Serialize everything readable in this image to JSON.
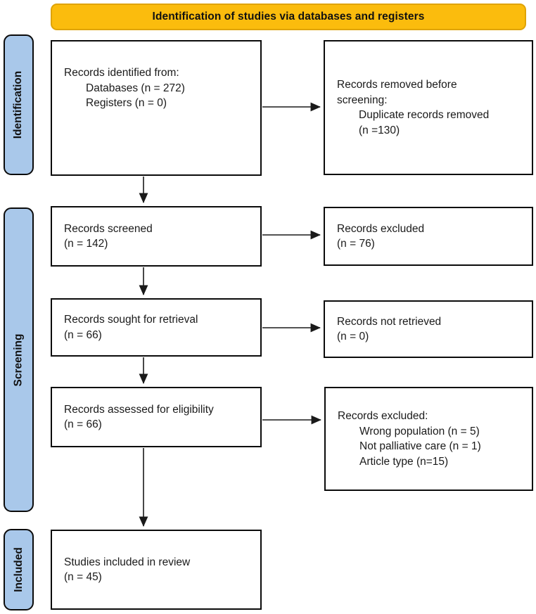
{
  "banner": {
    "title": "Identification of studies via databases and registers"
  },
  "sidebar": {
    "stages": [
      {
        "label": "Identification"
      },
      {
        "label": "Screening"
      },
      {
        "label": "Included"
      }
    ]
  },
  "flow": {
    "identified": {
      "lines": [
        "Records identified from:",
        "Databases (n = 272)",
        "Registers (n = 0)"
      ]
    },
    "removed": {
      "lines": [
        "Records removed before",
        "screening:",
        "Duplicate records removed",
        "(n =130)"
      ]
    },
    "screened": {
      "lines": [
        "Records screened",
        "(n = 142)"
      ]
    },
    "excluded_screening": {
      "lines": [
        "Records excluded",
        "(n = 76)"
      ]
    },
    "sought": {
      "lines": [
        "Records sought for retrieval",
        "(n = 66)"
      ]
    },
    "not_retrieved": {
      "lines": [
        "Records not retrieved",
        "(n = 0)"
      ]
    },
    "assessed": {
      "lines": [
        "Records assessed for eligibility",
        "(n = 66)"
      ]
    },
    "excluded_eligibility": {
      "lines": [
        "Records excluded:",
        "Wrong population (n = 5)",
        "Not palliative care (n = 1)",
        "Article type (n=15)"
      ]
    },
    "included": {
      "lines": [
        "Studies included in review",
        "(n = 45)"
      ]
    }
  },
  "colors": {
    "banner_fill": "#FBBC0D",
    "banner_border": "#DFA306",
    "stage_fill": "#A9C8EA",
    "box_border": "#0B0B0B",
    "arrow": "#1A1A1A"
  }
}
